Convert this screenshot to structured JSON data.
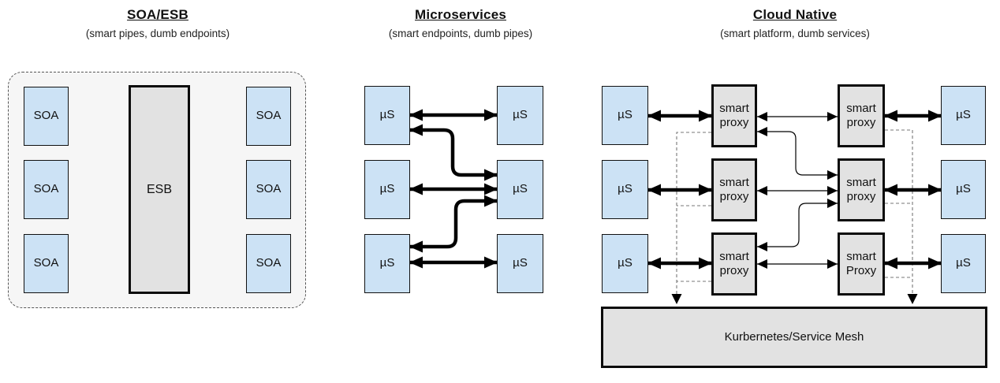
{
  "panels": [
    {
      "id": "soa-esb",
      "title": "SOA/ESB",
      "subtitle": "(smart pipes, dumb endpoints)",
      "left_boxes": [
        "SOA",
        "SOA",
        "SOA"
      ],
      "center_box": "ESB",
      "right_boxes": [
        "SOA",
        "SOA",
        "SOA"
      ]
    },
    {
      "id": "microservices",
      "title": "Microservices",
      "subtitle": "(smart endpoints, dumb pipes)",
      "left_boxes": [
        "µS",
        "µS",
        "µS"
      ],
      "right_boxes": [
        "µS",
        "µS",
        "µS"
      ]
    },
    {
      "id": "cloud-native",
      "title": "Cloud Native",
      "subtitle": "(smart platform, dumb services)",
      "left_services": [
        "µS",
        "µS",
        "µS"
      ],
      "left_proxies": [
        "smart proxy",
        "smart proxy",
        "smart proxy"
      ],
      "right_proxies": [
        "smart proxy",
        "smart proxy",
        "smart Proxy"
      ],
      "right_services": [
        "µS",
        "µS",
        "µS"
      ],
      "platform_box": "Kurbernetes/Service Mesh"
    }
  ],
  "colors": {
    "box_blue": "#cce2f5",
    "box_gray": "#e2e2e2",
    "zone_bg": "#f6f6f6",
    "line": "#000000",
    "dashed_line": "#777777"
  }
}
